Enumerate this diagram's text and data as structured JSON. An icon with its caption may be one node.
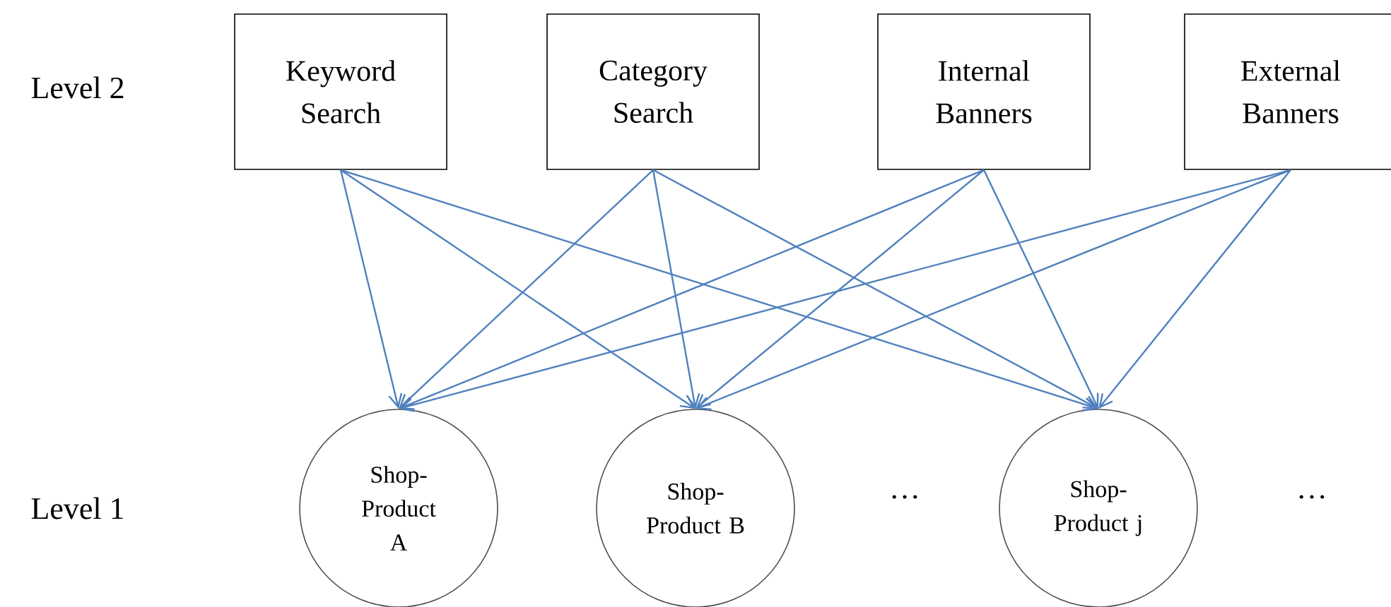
{
  "diagram": {
    "nodes": [
      {
        "text": [
          "Keyword Search"
        ]
      },
      {
        "text": [
          "Category Search"
        ]
      },
      {
        "text": [
          "Internal Banners"
        ]
      },
      {
        "text": [
          "External Banners"
        ]
      },
      {
        "text": [
          "Shop-Product A"
        ]
      },
      {
        "text": [
          "Shop-Product B"
        ]
      },
      {
        "text": [
          "Shop-Product j"
        ]
      }
    ],
    "edges": [
      {
        "from": 0,
        "to": 4,
        "arrow": "to"
      },
      {
        "from": 0,
        "to": 5,
        "arrow": "to"
      },
      {
        "from": 0,
        "to": 6,
        "arrow": "to"
      },
      {
        "from": 1,
        "to": 4,
        "arrow": "to"
      },
      {
        "from": 1,
        "to": 5,
        "arrow": "to"
      },
      {
        "from": 1,
        "to": 6,
        "arrow": "to"
      },
      {
        "from": 2,
        "to": 4,
        "arrow": "to"
      },
      {
        "from": 2,
        "to": 5,
        "arrow": "to"
      },
      {
        "from": 2,
        "to": 6,
        "arrow": "to"
      },
      {
        "from": 3,
        "to": 4,
        "arrow": "to"
      },
      {
        "from": 3,
        "to": 5,
        "arrow": "to"
      },
      {
        "from": 3,
        "to": 6,
        "arrow": "to"
      }
    ],
    "labels": [
      "Level 2",
      "Level 1",
      "…",
      "…"
    ]
  }
}
